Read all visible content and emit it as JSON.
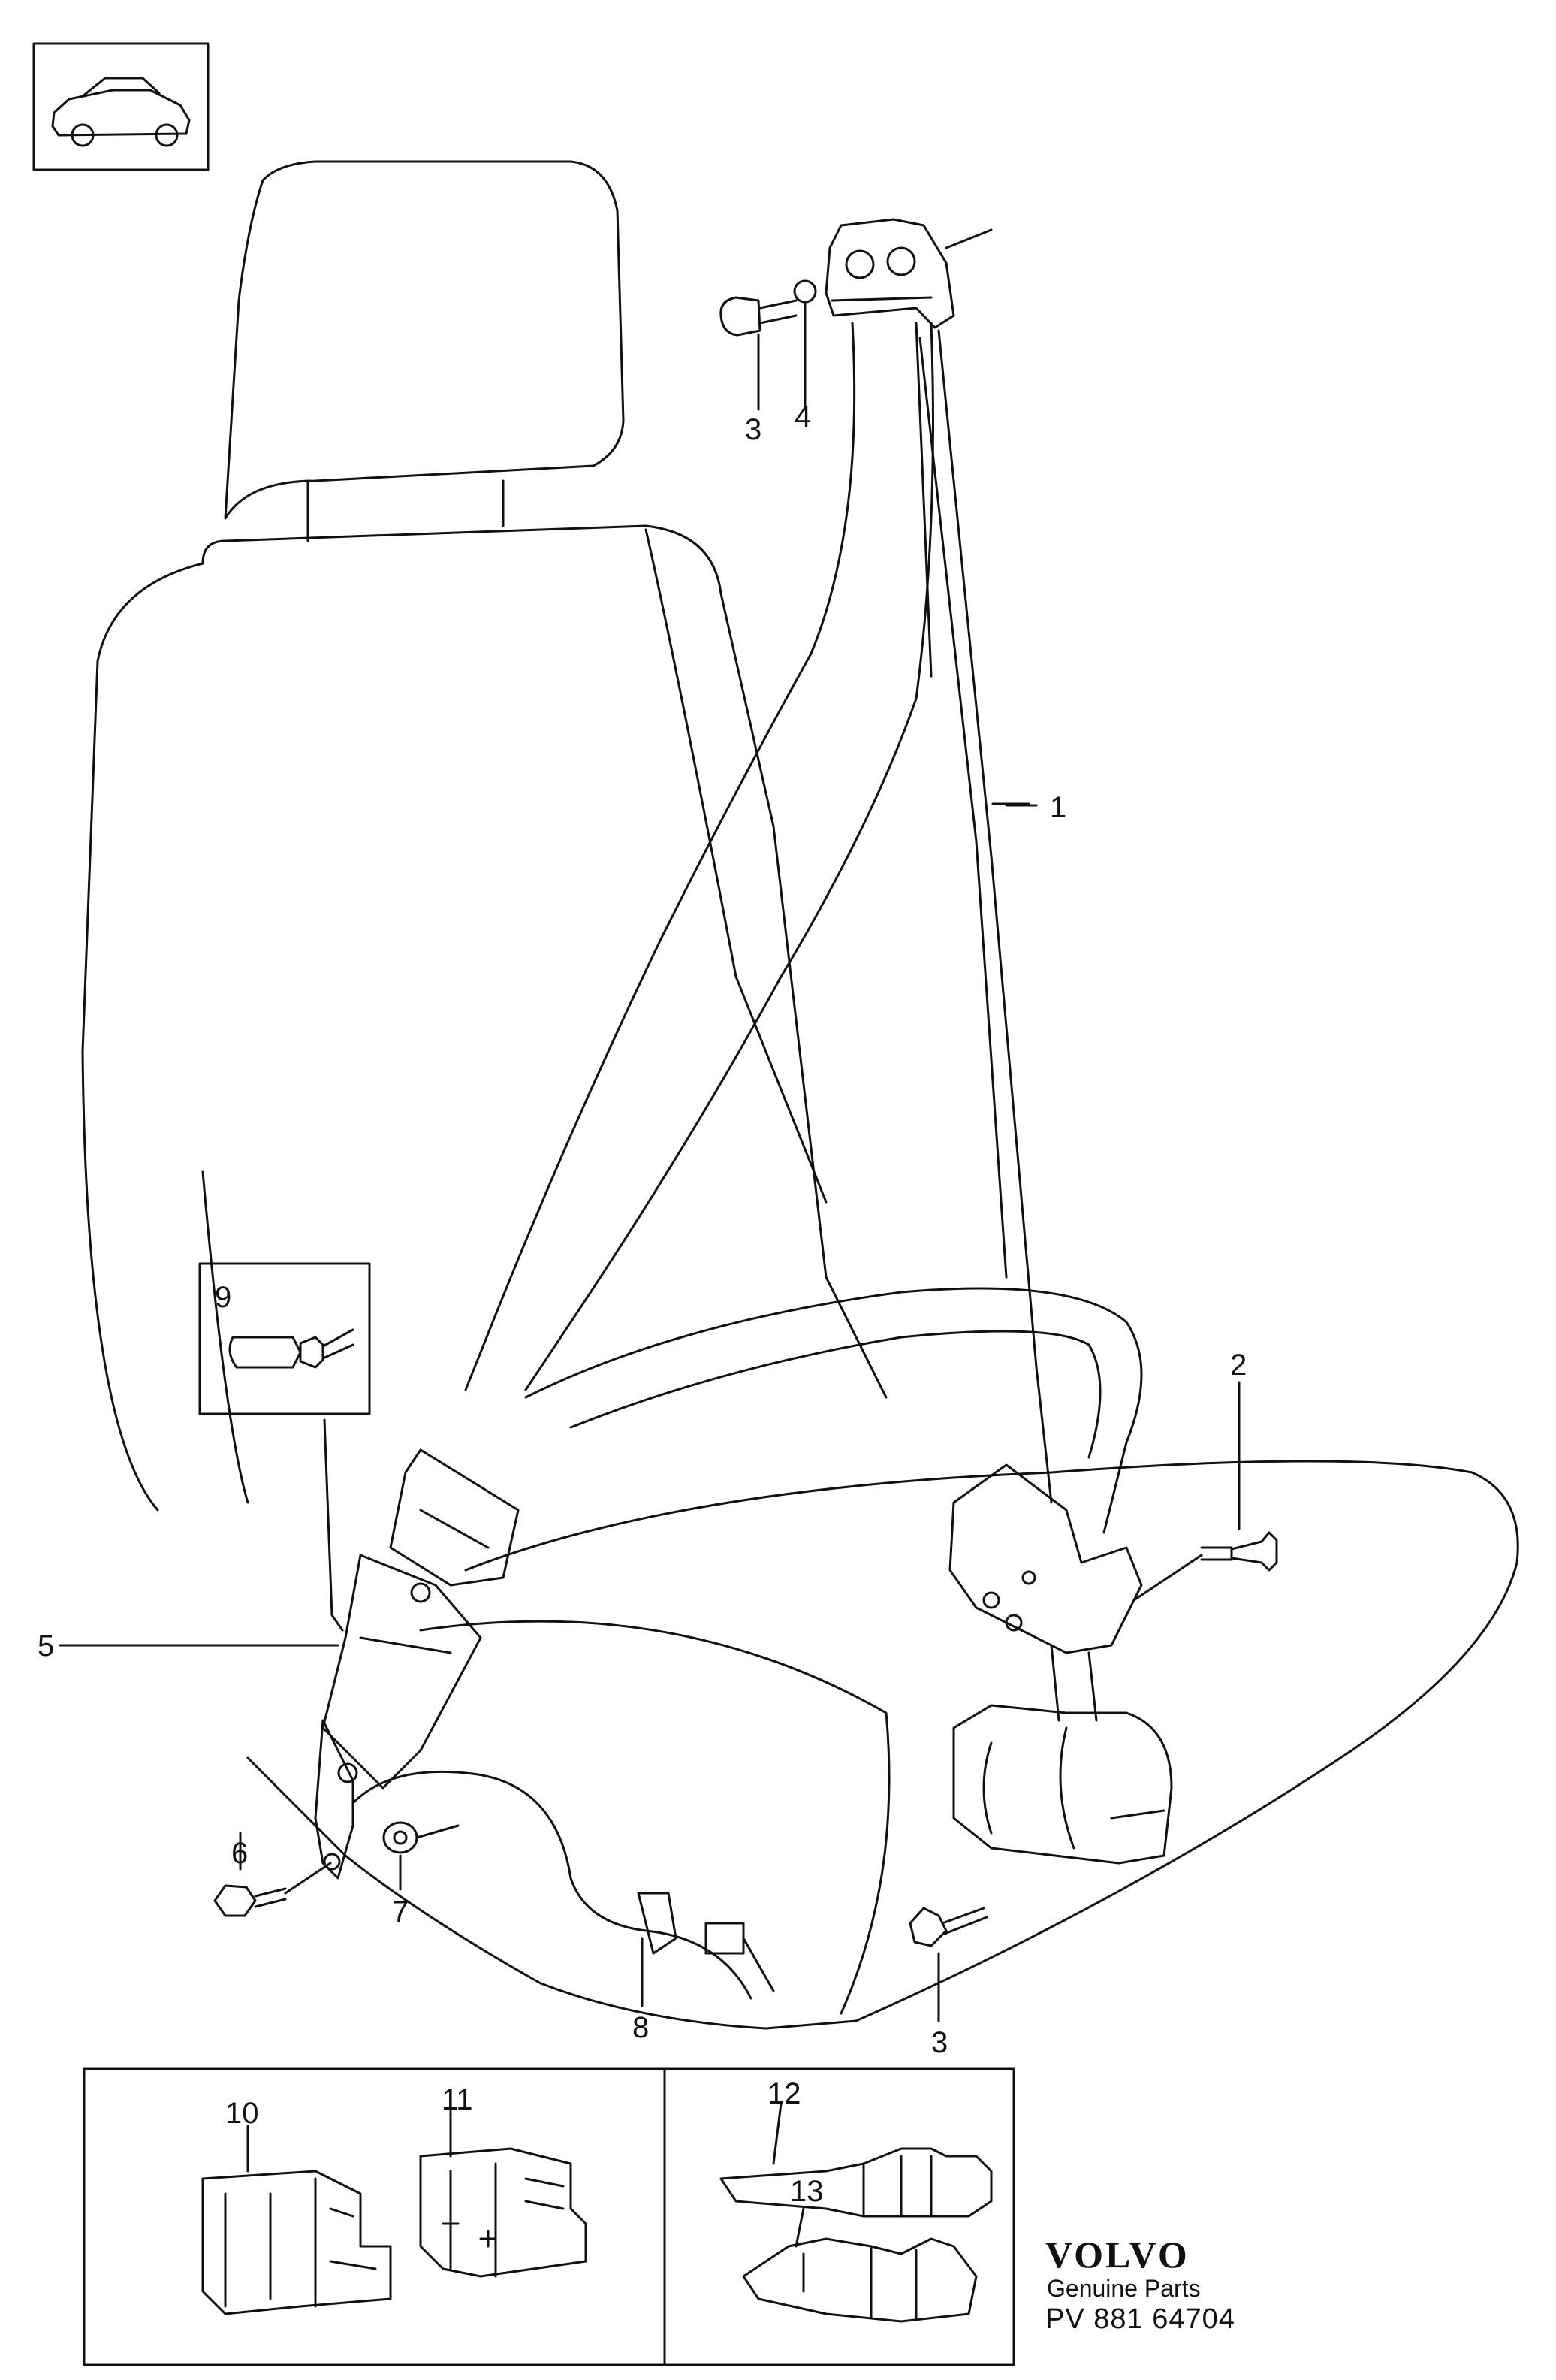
{
  "callouts": {
    "c1": "1",
    "c2": "2",
    "c3a": "3",
    "c3b": "3",
    "c4": "4",
    "c5": "5",
    "c6": "6",
    "c7": "7",
    "c8": "8",
    "c9": "9",
    "c10": "10",
    "c11": "11",
    "c12": "12",
    "c13": "13"
  },
  "brand": {
    "logo": "VOLVO",
    "subtitle": "Genuine Parts",
    "code": "PV 881 64704"
  },
  "icons": {
    "car": "car-thumbnail-icon"
  },
  "colors": {
    "line": "#111111",
    "background": "#ffffff"
  }
}
